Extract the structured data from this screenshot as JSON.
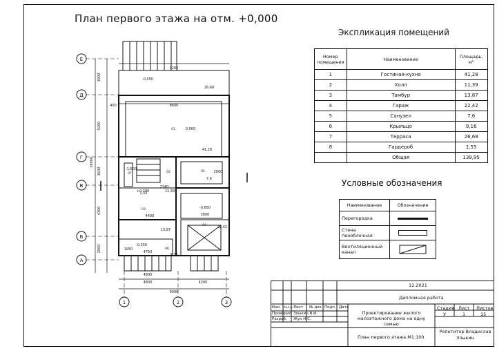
{
  "title": "План первого этажа на отм. +0,000",
  "explication": {
    "title": "Экспликация помещений",
    "headers": [
      "Номер помещения",
      "Наименование",
      "Площадь, м²"
    ],
    "rows": [
      [
        "1",
        "Гостиная-кухня",
        "41,28"
      ],
      [
        "2",
        "Холл",
        "11,39"
      ],
      [
        "3",
        "Тамбур",
        "13,87"
      ],
      [
        "4",
        "Гараж",
        "22,42"
      ],
      [
        "5",
        "Санузел",
        "7,6"
      ],
      [
        "6",
        "Крыльцо",
        "9,16"
      ],
      [
        "7",
        "Терраса",
        "26,68"
      ],
      [
        "8",
        "Гардероб",
        "1,55"
      ],
      [
        "",
        "Общая",
        "139,95"
      ]
    ]
  },
  "legend": {
    "title": "Условные обозначения",
    "headers": [
      "Наименование",
      "Обозначение"
    ],
    "rows": [
      "Перегородка",
      "Стена пеноблочная",
      "Вентиляционный канал"
    ]
  },
  "axes": {
    "rows": [
      "Е",
      "Д",
      "Г",
      "В",
      "Б",
      "А"
    ],
    "cols": [
      "1",
      "2",
      "3"
    ]
  },
  "plan_labels": {
    "dims_left": [
      "3000",
      "5200",
      "3600",
      "4300",
      "2000",
      "16900"
    ],
    "dims_top": [
      "9200",
      "8600"
    ],
    "dims_bottom": [
      "4800",
      "4200",
      "9000"
    ],
    "side_400": "400",
    "room_marks": [
      "-0,050",
      "26,68",
      "0,000",
      "41,28",
      "-1,500",
      "+0,100",
      "7,6",
      "2340",
      "1,55",
      "11,39",
      "4400",
      "-0,650",
      "3800",
      "22,42",
      "13,87",
      "-0,350",
      "4750",
      "9,16",
      "4800",
      "1950",
      "2000"
    ],
    "room_nums": [
      "01",
      "02",
      "03",
      "04",
      "05",
      "06",
      "07"
    ]
  },
  "stamp": {
    "date": "12.2021",
    "work": "Дипломная работа",
    "header_cells": [
      "Изм",
      "Кол.уч",
      "Лист",
      "№ док",
      "Подп.",
      "Дата"
    ],
    "role1": "Разраб.",
    "name1": "Злыкин В.И.",
    "role2": "Проверил",
    "name2": "Жук Н.С.",
    "project": "Проектирование жилого малоэтажного дома на одну семью",
    "stage_headers": [
      "Стадия",
      "Лист",
      "Листов"
    ],
    "stage_values": [
      "У",
      "1",
      "15"
    ],
    "sheet_name": "План первого этажа М1:100",
    "org": "Репетитор Владислав Злыкин"
  }
}
